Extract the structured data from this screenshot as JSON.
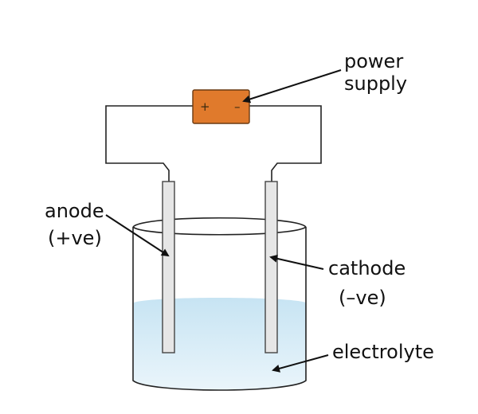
{
  "colors": {
    "wire": "#222222",
    "battery_fill": "#e07a2c",
    "electrolyte_top": "#c7e4f3",
    "electrolyte_bottom": "#eaf5fb",
    "electrode_fill": "#e6e6e6"
  },
  "labels": {
    "power_supply_line1": "power",
    "power_supply_line2": "supply",
    "anode_line1": "anode",
    "anode_line2": "(+ve)",
    "cathode_line1": "cathode",
    "cathode_line2": "(–ve)",
    "electrolyte": "electrolyte"
  },
  "battery": {
    "plus_symbol": "+",
    "minus_symbol": "–"
  }
}
